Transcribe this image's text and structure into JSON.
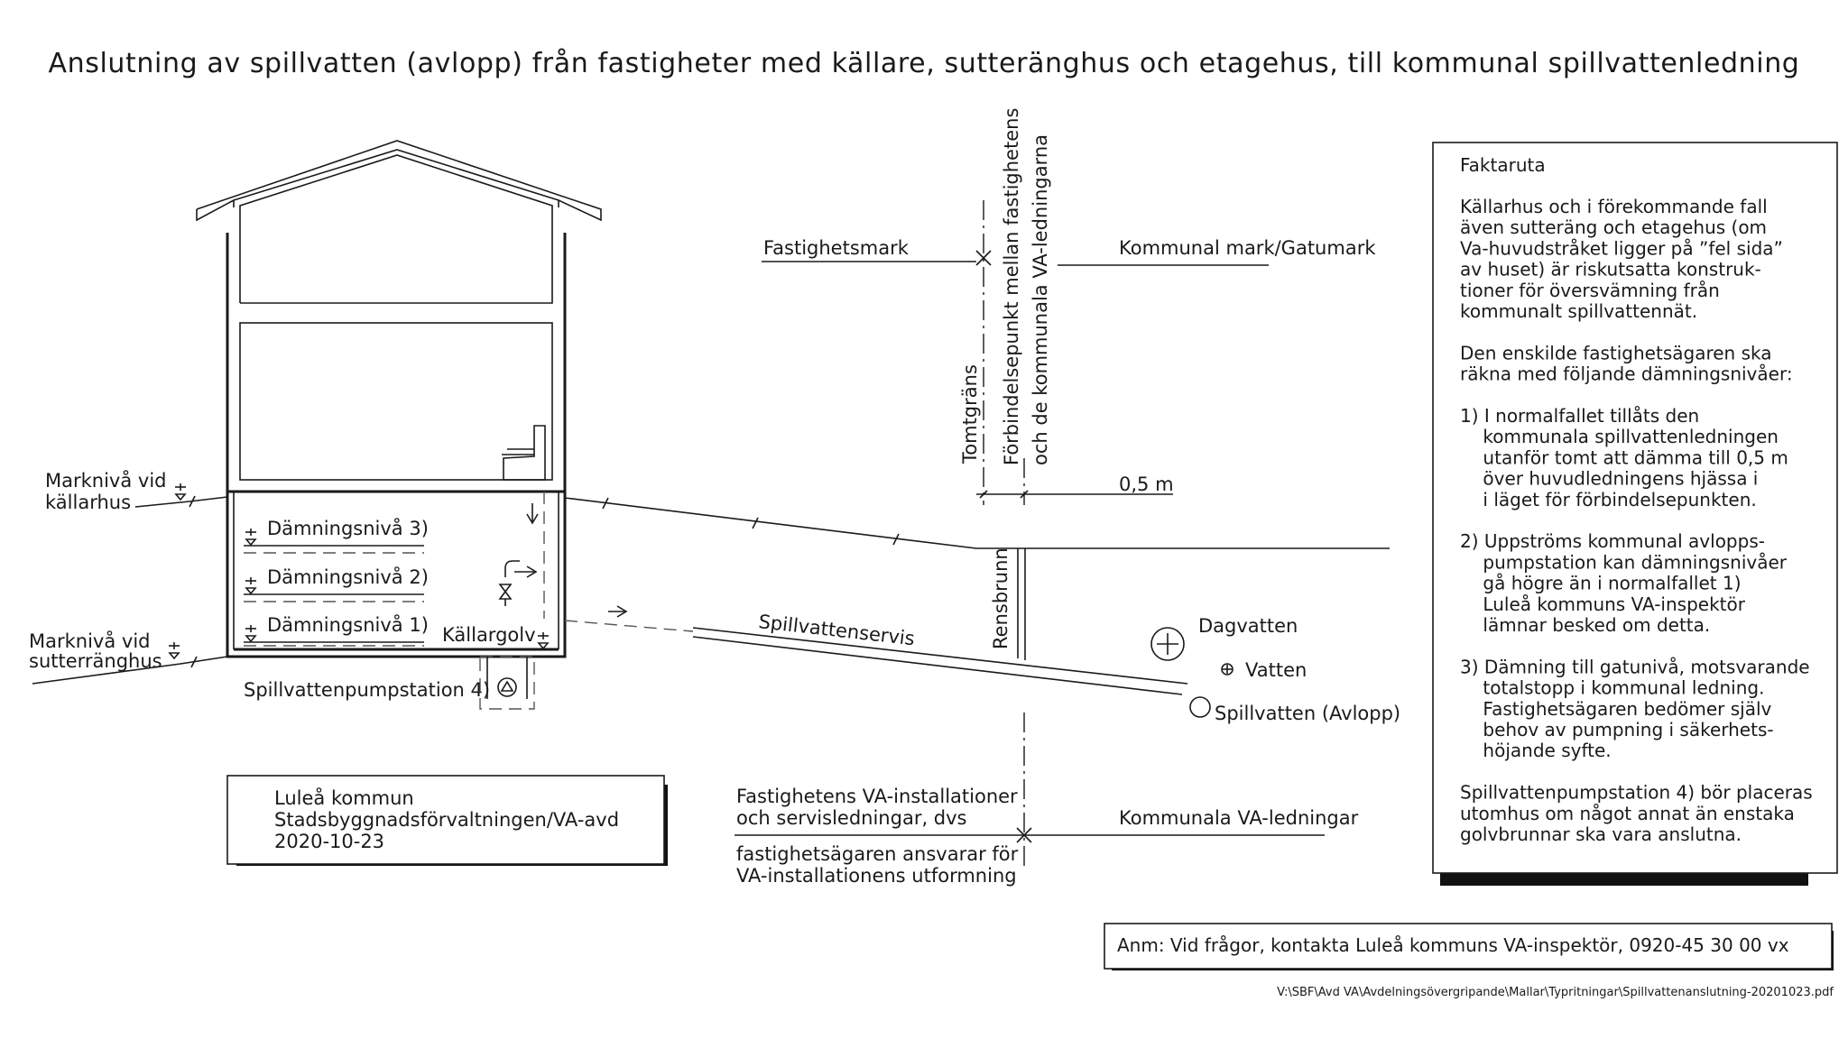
{
  "title": "Anslutning av spillvatten (avlopp) från fastigheter med källare, sutteränghus och etagehus, till kommunal spillvattenledning",
  "labels": {
    "marknivå_källarhus_1": "Marknivå vid",
    "marknivå_källarhus_2": "källarhus",
    "marknivå_sutterränghus_1": "Marknivå vid",
    "marknivå_sutterränghus_2": "sutterränghus",
    "dämning_3": "Dämningsnivå 3)",
    "dämning_2": "Dämningsnivå 2)",
    "dämning_1": "Dämningsnivå 1)",
    "källargolv": "Källargolv",
    "pumpstation": "Spillvattenpumpstation 4)",
    "spillvattenservis": "Spillvattenservis",
    "rensbrunn": "Rensbrunn",
    "dagvatten": "Dagvatten",
    "vatten": "Vatten",
    "spillvatten_avlopp": "Spillvatten (Avlopp)",
    "fastighetsmark": "Fastighetsmark",
    "kommunal_mark": "Kommunal mark/Gatumark",
    "tomtgräns": "Tomtgräns",
    "förbindelsepunkt_1": "Förbindelsepunkt mellan fastighetens",
    "förbindelsepunkt_2": "och de kommunala VA-ledningarna",
    "avstånd": "0,5 m",
    "fastighetens_va_1": "Fastighetens VA-installationer",
    "fastighetens_va_2": "och servisledningar, dvs",
    "ansvar_1": "fastighetsägaren ansvarar för",
    "ansvar_2": "VA-installationens utformning",
    "kommunala_va": "Kommunala VA-ledningar"
  },
  "org_box": {
    "line1": "Luleå kommun",
    "line2": "Stadsbyggnadsförvaltningen/VA-avd",
    "line3": "2020-10-23"
  },
  "faktaruta": {
    "heading": "Faktaruta",
    "lines": [
      "Källarhus och i förekommande fall",
      "även sutteräng och etagehus (om",
      "Va-huvudstråket ligger på ”fel sida”",
      "av huset) är riskutsatta konstruk-",
      "tioner för översvämning från",
      "kommunalt spillvattennät.",
      "",
      "Den enskilde fastighetsägaren ska",
      "räkna med följande dämningsnivåer:",
      "",
      "1) I normalfallet tillåts den",
      "    kommunala spillvattenledningen",
      "    utanför tomt att dämma till 0,5 m",
      "    över huvudledningens hjässa i",
      "    i läget för förbindelsepunkten.",
      "",
      "2) Uppströms kommunal avlopps-",
      "    pumpstation kan dämningsnivåer",
      "    gå högre än i normalfallet 1)",
      "    Luleå kommuns VA-inspektör",
      "    lämnar besked om detta.",
      "",
      "3) Dämning till gatunivå, motsvarande",
      "    totalstopp i kommunal ledning.",
      "    Fastighetsägaren bedömer själv",
      "    behov av pumpning i säkerhets-",
      "    höjande syfte.",
      "",
      "Spillvattenpumpstation 4) bör placeras",
      "utomhus om något annat än enstaka",
      "golvbrunnar ska vara anslutna."
    ]
  },
  "note": "Anm: Vid frågor, kontakta Luleå kommuns VA-inspektör, 0920-45 30 00 vx",
  "file_path": "V:\\SBF\\Avd VA\\Avdelningsövergripande\\Mallar\\Typritningar\\Spillvattenanslutning-20201023.pdf"
}
